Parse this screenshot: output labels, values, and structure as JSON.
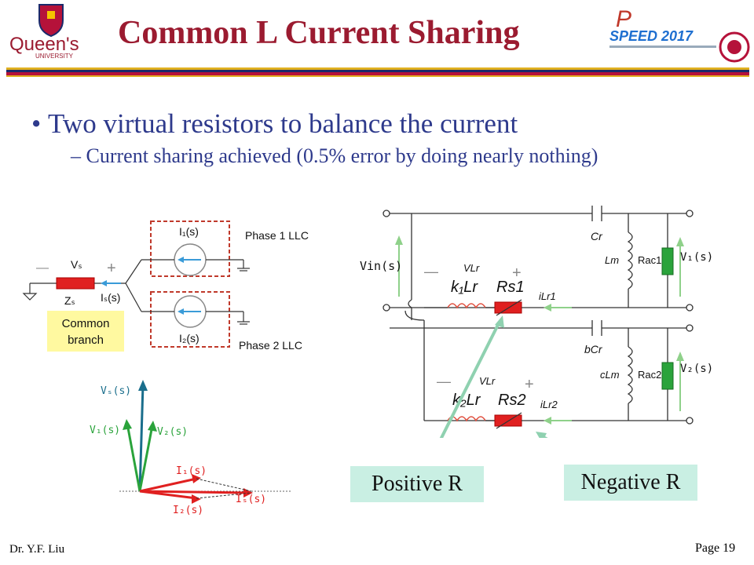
{
  "slide": {
    "title": "Common L Current Sharing",
    "bullet": "Two virtual resistors to balance the current",
    "sub_bullet": "Current sharing achieved (0.5% error by doing nearly nothing)",
    "author": "Dr. Y.F. Liu",
    "page": "Page 19"
  },
  "logos": {
    "left_text": "Queen's",
    "left_sub": "UNIVERSITY",
    "right_text": "SPEED 2017"
  },
  "left_circuit": {
    "phase1": "Phase 1 LLC",
    "phase2": "Phase 2 LLC",
    "i1": "I₁(s)",
    "i2": "I₂(s)",
    "vs": "Vₛ",
    "zs": "Zₛ",
    "is": "Iₛ(s)",
    "minus": "—",
    "plus": "+",
    "common1": "Common",
    "common2": "branch"
  },
  "phasor": {
    "vs": "Vₛ(s)",
    "v1": "V₁(s)",
    "v2": "V₂(s)",
    "i1": "I₁(s)",
    "i2": "I₂(s)",
    "is": "Iₛ(s)"
  },
  "right_circuit": {
    "vin": "Vin(s)",
    "cr": "Cr",
    "lm": "Lm",
    "rac1": "Rac1",
    "v1": "V₁(s)",
    "vlr1": "VLr",
    "k1lr": "k₁Lr",
    "rs1": "Rs1",
    "ilr1": "iLr1",
    "bcr": "bCr",
    "clm": "cLm",
    "rac2": "Rac2",
    "v2": "V₂(s)",
    "vlr2": "VLr",
    "k2lr": "k₂Lr",
    "rs2": "Rs2",
    "ilr2": "iLr2",
    "minus": "—",
    "plus": "+"
  },
  "callouts": {
    "positive": "Positive R",
    "negative": "Negative R"
  },
  "colors": {
    "title": "#9b1b30",
    "text": "#2e3a8c",
    "red_element": "#e02020",
    "green_element": "#2aa33b",
    "arrow_green": "#8fd18a",
    "callout_bg": "#c9efe3"
  }
}
